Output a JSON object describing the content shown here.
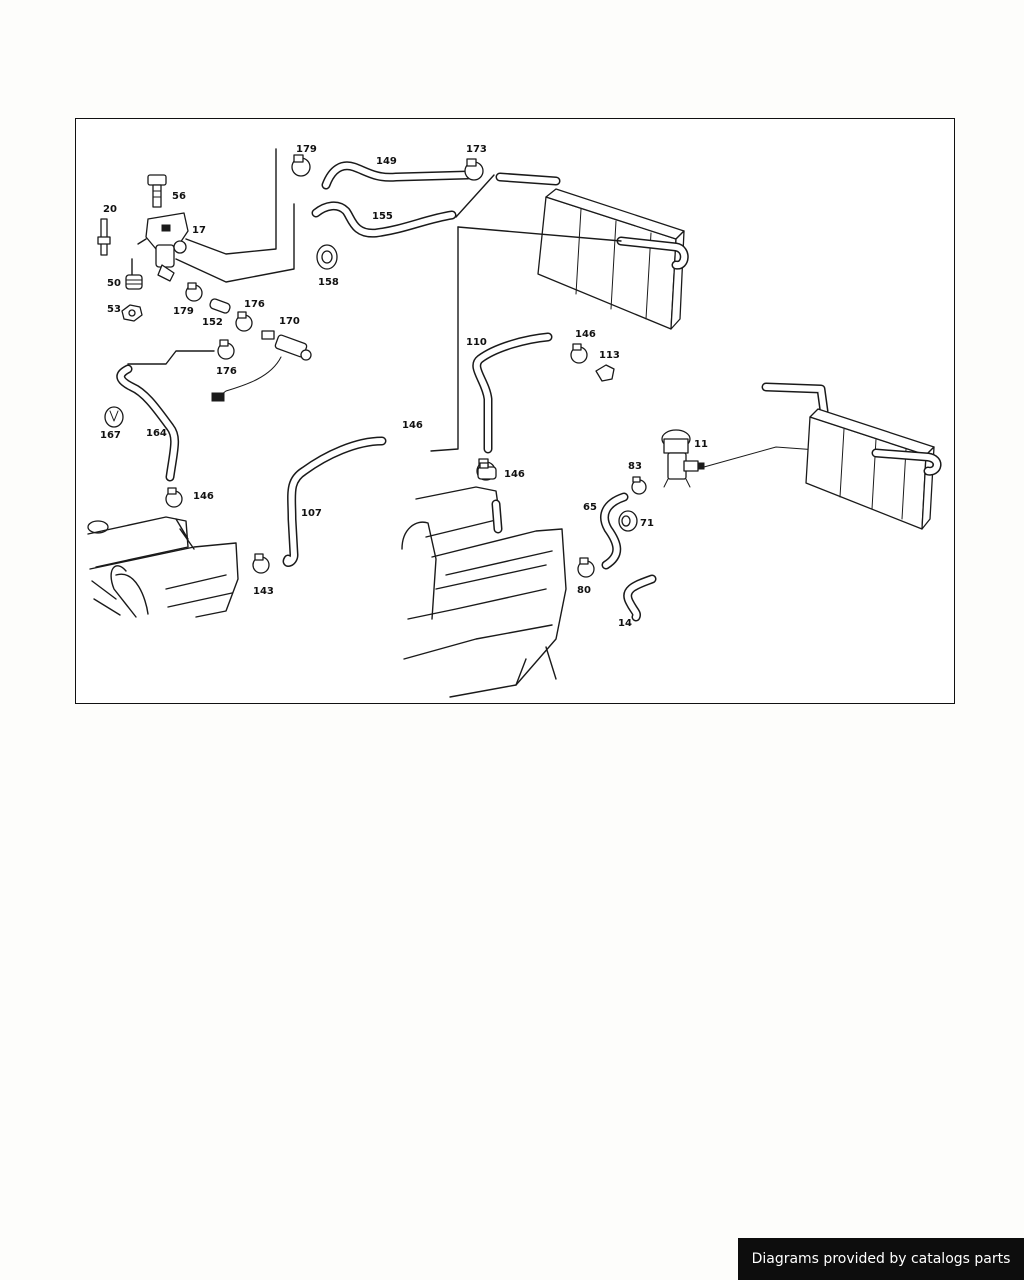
{
  "diagram": {
    "callouts": {
      "p179a": "179",
      "p149": "149",
      "p173": "173",
      "p56": "56",
      "p20": "20",
      "p17": "17",
      "p155": "155",
      "p158": "158",
      "p50": "50",
      "p53": "53",
      "p179b": "179",
      "p152": "152",
      "p176a": "176",
      "p170": "170",
      "p176b": "176",
      "p110": "110",
      "p146a": "146",
      "p113": "113",
      "p167": "167",
      "p164": "164",
      "p146b": "146",
      "p11": "11",
      "p146c": "146",
      "p83": "83",
      "p146d": "146",
      "p65": "65",
      "p71": "71",
      "p107": "107",
      "p143": "143",
      "p80": "80",
      "p14": "14"
    }
  },
  "footer": {
    "text": "Diagrams provided by catalogs parts",
    "background": "#0d0d0d",
    "color": "#ffffff"
  }
}
